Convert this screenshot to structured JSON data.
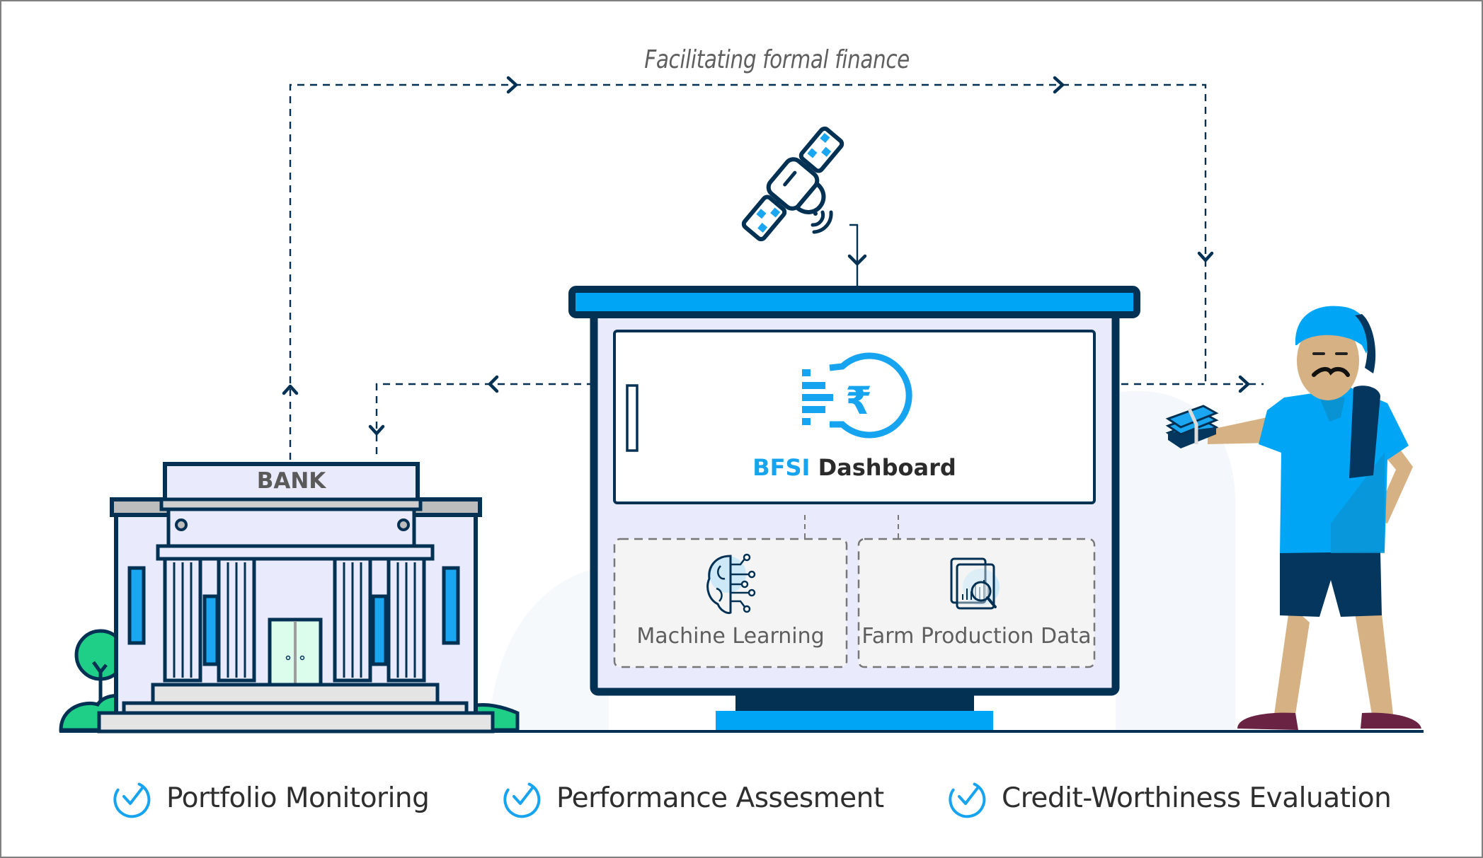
{
  "diagram": {
    "flow_title": "Facilitating formal finance",
    "bank": {
      "label": "BANK"
    },
    "dashboard": {
      "title_highlight": "BFSI",
      "title_rest": " Dashboard",
      "logo_icon": "rupee-circle-icon"
    },
    "inputs": [
      {
        "label": "Machine Learning",
        "icon": "brain-circuit-icon"
      },
      {
        "label": "Farm Production Data",
        "icon": "data-analytics-icon"
      }
    ],
    "satellite_icon": "satellite-icon",
    "farmer": {
      "holding": "cash-bundle-icon"
    }
  },
  "benefits": [
    {
      "label": "Portfolio Monitoring",
      "icon": "check-circle-icon"
    },
    {
      "label": "Performance Assesment",
      "icon": "check-circle-icon"
    },
    {
      "label": "Credit-Worthiness Evaluation",
      "icon": "check-circle-icon"
    }
  ],
  "colors": {
    "navy": "#033154",
    "accent_blue": "#00a6f5",
    "logo_blue": "#16a4f0",
    "panel_lavender": "#e9eafc",
    "green": "#1fcf87",
    "card_bg": "#f4f4f4",
    "text_gray": "#5e5e5e"
  }
}
